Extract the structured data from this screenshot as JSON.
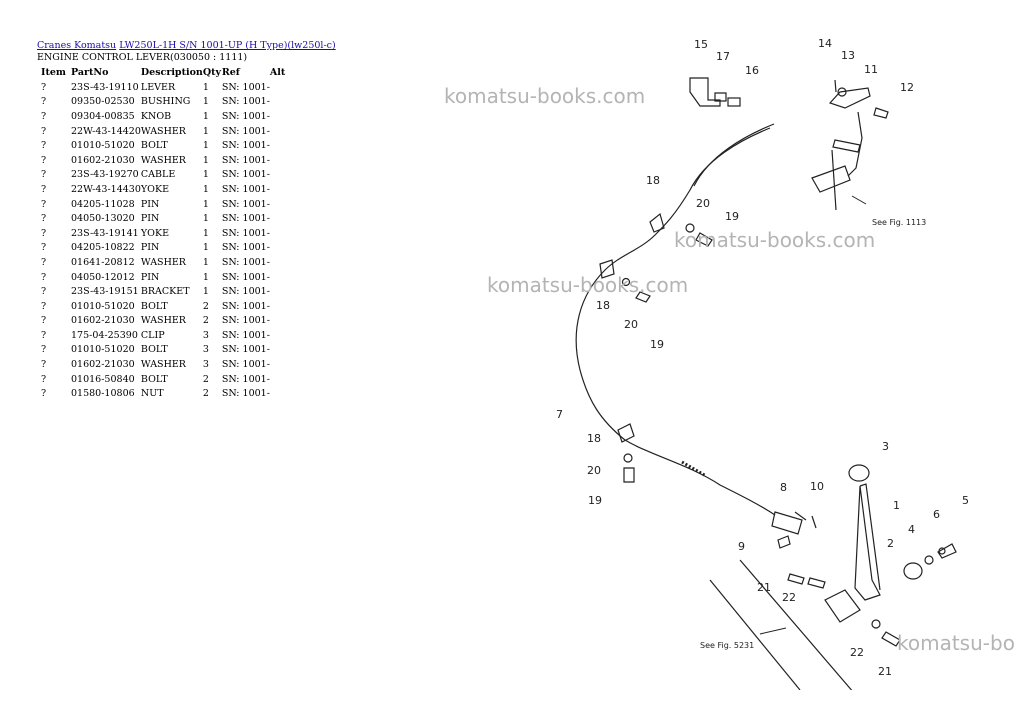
{
  "breadcrumb": {
    "links": [
      "Cranes Komatsu",
      "LW250L-1H S/N 1001-UP (H Type)(lw250l-c)"
    ]
  },
  "subtitle": "ENGINE CONTROL LEVER(030050 : 1111)",
  "table": {
    "headers": [
      "Item",
      "PartNo",
      "Description",
      "Qty",
      "Ref",
      "Alt"
    ],
    "rows": [
      {
        "item": "?",
        "part": "23S-43-19110",
        "desc": "LEVER",
        "qty": "1",
        "ref": "SN: 1001-"
      },
      {
        "item": "?",
        "part": "09350-02530",
        "desc": "BUSHING",
        "qty": "1",
        "ref": "SN: 1001-"
      },
      {
        "item": "?",
        "part": "09304-00835",
        "desc": "KNOB",
        "qty": "1",
        "ref": "SN: 1001-"
      },
      {
        "item": "?",
        "part": "22W-43-14420",
        "desc": "WASHER",
        "qty": "1",
        "ref": "SN: 1001-"
      },
      {
        "item": "?",
        "part": "01010-51020",
        "desc": "BOLT",
        "qty": "1",
        "ref": "SN: 1001-"
      },
      {
        "item": "?",
        "part": "01602-21030",
        "desc": "WASHER",
        "qty": "1",
        "ref": "SN: 1001-"
      },
      {
        "item": "?",
        "part": "23S-43-19270",
        "desc": "CABLE",
        "qty": "1",
        "ref": "SN: 1001-"
      },
      {
        "item": "?",
        "part": "22W-43-14430",
        "desc": "YOKE",
        "qty": "1",
        "ref": "SN: 1001-"
      },
      {
        "item": "?",
        "part": "04205-11028",
        "desc": "PIN",
        "qty": "1",
        "ref": "SN: 1001-"
      },
      {
        "item": "?",
        "part": "04050-13020",
        "desc": "PIN",
        "qty": "1",
        "ref": "SN: 1001-"
      },
      {
        "item": "?",
        "part": "23S-43-19141",
        "desc": "YOKE",
        "qty": "1",
        "ref": "SN: 1001-"
      },
      {
        "item": "?",
        "part": "04205-10822",
        "desc": "PIN",
        "qty": "1",
        "ref": "SN: 1001-"
      },
      {
        "item": "?",
        "part": "01641-20812",
        "desc": "WASHER",
        "qty": "1",
        "ref": "SN: 1001-"
      },
      {
        "item": "?",
        "part": "04050-12012",
        "desc": "PIN",
        "qty": "1",
        "ref": "SN: 1001-"
      },
      {
        "item": "?",
        "part": "23S-43-19151",
        "desc": "BRACKET",
        "qty": "1",
        "ref": "SN: 1001-"
      },
      {
        "item": "?",
        "part": "01010-51020",
        "desc": "BOLT",
        "qty": "2",
        "ref": "SN: 1001-"
      },
      {
        "item": "?",
        "part": "01602-21030",
        "desc": "WASHER",
        "qty": "2",
        "ref": "SN: 1001-"
      },
      {
        "item": "?",
        "part": "175-04-25390",
        "desc": "CLIP",
        "qty": "3",
        "ref": "SN: 1001-"
      },
      {
        "item": "?",
        "part": "01010-51020",
        "desc": "BOLT",
        "qty": "3",
        "ref": "SN: 1001-"
      },
      {
        "item": "?",
        "part": "01602-21030",
        "desc": "WASHER",
        "qty": "3",
        "ref": "SN: 1001-"
      },
      {
        "item": "?",
        "part": "01016-50840",
        "desc": "BOLT",
        "qty": "2",
        "ref": "SN: 1001-"
      },
      {
        "item": "?",
        "part": "01580-10806",
        "desc": "NUT",
        "qty": "2",
        "ref": "SN: 1001-"
      }
    ]
  },
  "watermarks": [
    "komatsu-books.com",
    "komatsu-books.com",
    "komatsu-books.com",
    "komatsu-bo"
  ],
  "diagram": {
    "callouts": [
      "15",
      "17",
      "16",
      "14",
      "13",
      "11",
      "12",
      "18",
      "20",
      "19",
      "18",
      "20",
      "19",
      "7",
      "18",
      "20",
      "19",
      "3",
      "8",
      "10",
      "1",
      "5",
      "6",
      "4",
      "2",
      "9",
      "21",
      "22",
      "22",
      "21"
    ],
    "notes": [
      "See Fig. 1113",
      "See Fig. 5231"
    ]
  }
}
